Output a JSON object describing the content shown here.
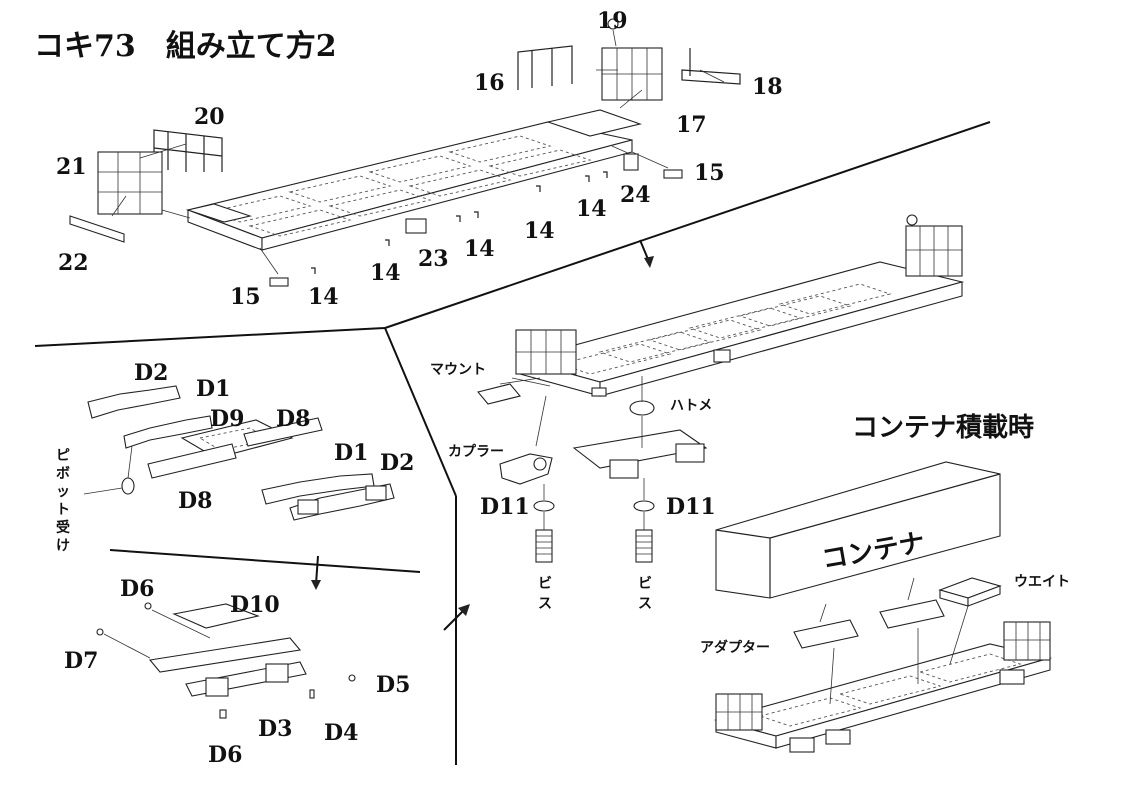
{
  "title": "コキ73　組み立て方2",
  "parts": {
    "p14": "14",
    "p15": "15",
    "p16": "16",
    "p17": "17",
    "p18": "18",
    "p19": "19",
    "p20": "20",
    "p21": "21",
    "p22": "22",
    "p23": "23",
    "p24": "24",
    "d1": "D1",
    "d2": "D2",
    "d3": "D3",
    "d4": "D4",
    "d5": "D5",
    "d6": "D6",
    "d7": "D7",
    "d8": "D8",
    "d9": "D9",
    "d10": "D10",
    "d11": "D11"
  },
  "labels": {
    "mount": "マウント",
    "hatome": "ハトメ",
    "coupler": "カプラー",
    "pivot": "ピボット受け",
    "screw": "ビス",
    "container_loaded": "コンテナ積載時",
    "container": "コンテナ",
    "weight": "ウエイト",
    "adapter": "アダプター"
  }
}
